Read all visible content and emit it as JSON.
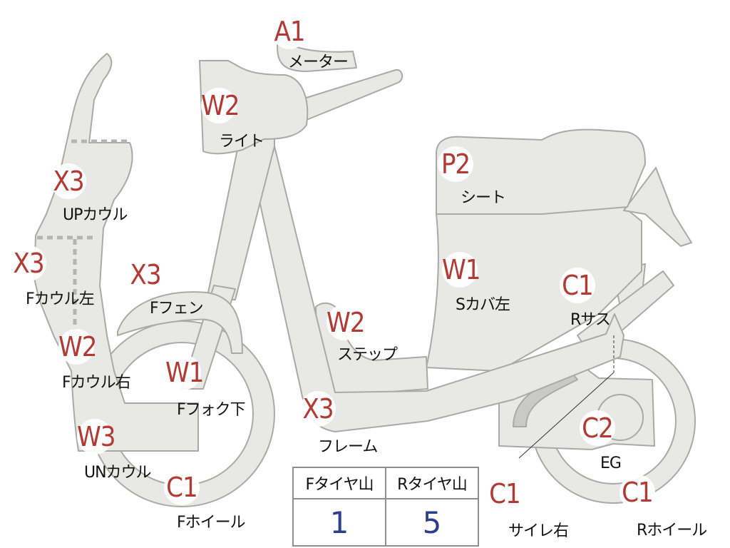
{
  "parts": [
    {
      "id": "meter",
      "grade": "A1",
      "label": "メーター"
    },
    {
      "id": "light",
      "grade": "W2",
      "label": "ライト"
    },
    {
      "id": "up-cowl",
      "grade": "X3",
      "label": "UPカウル"
    },
    {
      "id": "f-cowl-left",
      "grade": "X3",
      "label": "Fカウル左"
    },
    {
      "id": "f-fender",
      "grade": "X3",
      "label": "Fフェン"
    },
    {
      "id": "f-cowl-right",
      "grade": "W2",
      "label": "Fカウル右"
    },
    {
      "id": "f-fork-lower",
      "grade": "W1",
      "label": "Fフォク下"
    },
    {
      "id": "un-cowl",
      "grade": "W3",
      "label": "UNカウル"
    },
    {
      "id": "f-wheel",
      "grade": "C1",
      "label": "Fホイール"
    },
    {
      "id": "step",
      "grade": "W2",
      "label": "ステップ"
    },
    {
      "id": "frame",
      "grade": "X3",
      "label": "フレーム"
    },
    {
      "id": "seat",
      "grade": "P2",
      "label": "シート"
    },
    {
      "id": "s-cover-left",
      "grade": "W1",
      "label": "Sカバ左"
    },
    {
      "id": "r-suspension",
      "grade": "C1",
      "label": "Rサス"
    },
    {
      "id": "engine",
      "grade": "C2",
      "label": "EG"
    },
    {
      "id": "muffler-right",
      "grade": "C1",
      "label": "サイレ右"
    },
    {
      "id": "r-wheel",
      "grade": "C1",
      "label": "Rホイール"
    }
  ],
  "tire_table": {
    "headers": [
      "Fタイヤ山",
      "Rタイヤ山"
    ],
    "values": [
      "1",
      "5"
    ]
  },
  "colors": {
    "body_fill": "#e8e8e6",
    "outline": "#a9a9a7",
    "grade_text": "#b23a35",
    "tire_value": "#2c3f8f",
    "table_border": "#8f8f8f"
  }
}
